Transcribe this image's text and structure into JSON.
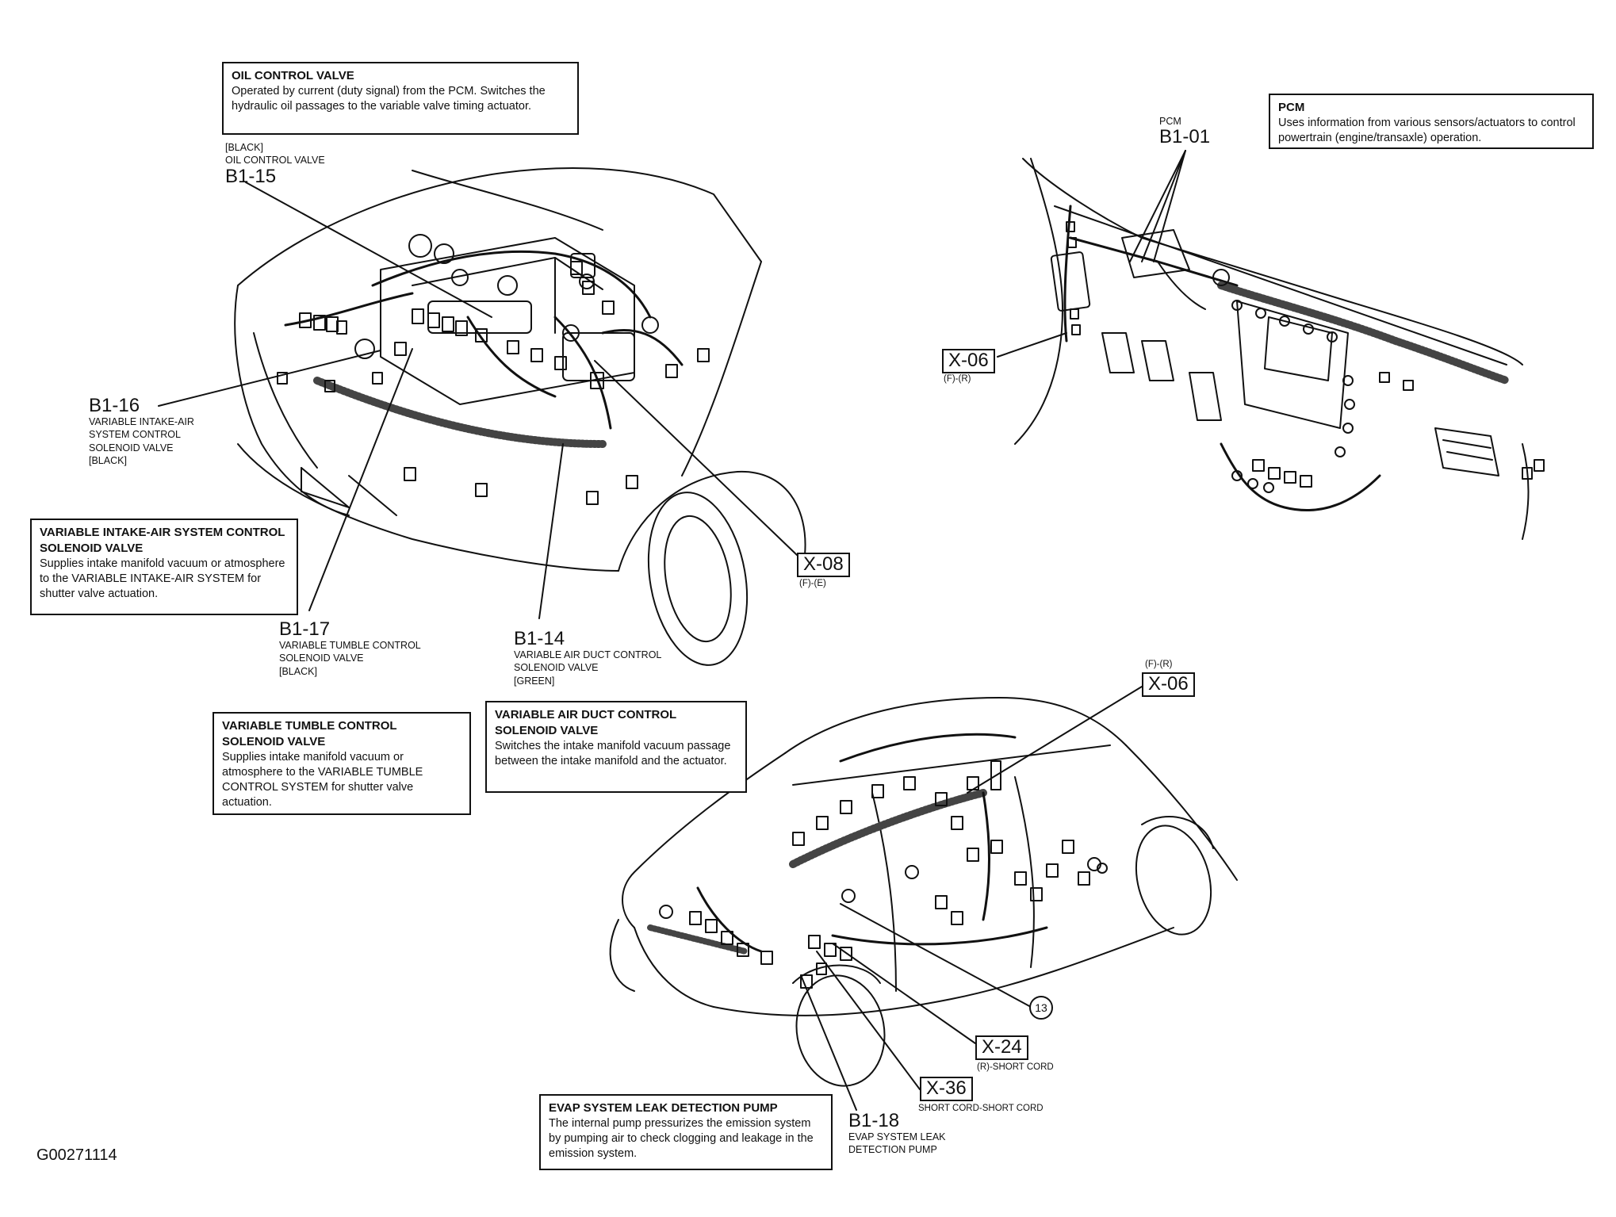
{
  "figure_id": "G00271114",
  "callouts": [
    {
      "title": "OIL CONTROL VALVE",
      "body": "Operated by current (duty signal) from the PCM. Switches the hydraulic oil passages to the variable valve timing actuator."
    },
    {
      "title": "PCM",
      "body": "Uses information from various sensors/actuators to control powertrain (engine/transaxle) operation."
    },
    {
      "title": "VARIABLE INTAKE-AIR SYSTEM CONTROL SOLENOID VALVE",
      "body": "Supplies intake manifold vacuum or atmosphere to the VARIABLE INTAKE-AIR SYSTEM for shutter valve actuation."
    },
    {
      "title": "VARIABLE TUMBLE CONTROL SOLENOID VALVE",
      "body": "Supplies intake manifold vacuum or atmosphere to the VARIABLE TUMBLE CONTROL SYSTEM for shutter valve actuation."
    },
    {
      "title": "VARIABLE AIR DUCT CONTROL SOLENOID VALVE",
      "body": "Switches the intake manifold vacuum passage between the intake manifold and the actuator."
    },
    {
      "title": "EVAP SYSTEM LEAK DETECTION PUMP",
      "body": "The internal pump pressurizes the emission system by pumping air to check clogging and leakage in the emission system."
    }
  ],
  "connectors": [
    {
      "code": "B1-15",
      "desc": "[BLACK]",
      "desc2": "OIL CONTROL VALVE"
    },
    {
      "code": "B1-01",
      "desc": "PCM"
    },
    {
      "code": "B1-16",
      "desc": "VARIABLE INTAKE-AIR",
      "desc2": "SYSTEM CONTROL",
      "desc3": "SOLENOID VALVE",
      "desc4": "[BLACK]"
    },
    {
      "code": "B1-17",
      "desc": "VARIABLE TUMBLE CONTROL",
      "desc2": "SOLENOID VALVE",
      "desc3": "[BLACK]"
    },
    {
      "code": "B1-14",
      "desc": "VARIABLE AIR DUCT CONTROL",
      "desc2": "SOLENOID VALVE",
      "desc3": "[GREEN]"
    },
    {
      "code": "B1-18",
      "desc": "EVAP SYSTEM LEAK",
      "desc2": "DETECTION PUMP"
    }
  ],
  "joints": [
    {
      "code": "X-06",
      "note": "(F)-(R)"
    },
    {
      "code": "X-08",
      "note": "(F)-(E)"
    },
    {
      "code": "X-06",
      "note": "(F)-(R)"
    },
    {
      "code": "X-24",
      "note": "(R)-SHORT CORD"
    },
    {
      "code": "X-36",
      "note": "SHORT CORD-SHORT CORD"
    }
  ],
  "ground": {
    "code": "13"
  }
}
